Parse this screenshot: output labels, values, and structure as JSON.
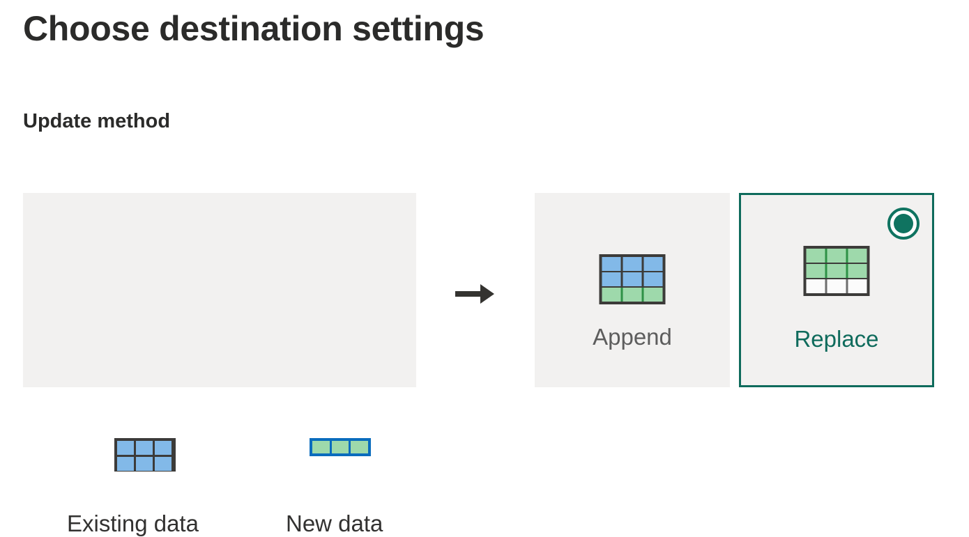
{
  "page": {
    "title": "Choose destination settings",
    "section_title": "Update method"
  },
  "colors": {
    "panel_background": "#f2f1f0",
    "page_background": "#ffffff",
    "heading_text": "#2b2b2a",
    "body_text": "#323130",
    "selected_accent": "#0f6b5c",
    "unselected_label": "#5d5d5d",
    "existing_cell_blue": "#82b9e8",
    "existing_grid_line_blue": "#0a6cbd",
    "new_cell_green": "#9ed9ab",
    "new_grid_line_green": "#2e9146",
    "icon_border_dark": "#3c3b39",
    "arrow": "#343330"
  },
  "source": {
    "items": [
      {
        "label": "Existing data",
        "icon": "table-grid-blue-icon"
      },
      {
        "label": "New data",
        "icon": "table-row-green-icon"
      }
    ]
  },
  "separator": {
    "icon": "arrow-right-icon"
  },
  "options": [
    {
      "id": "append",
      "label": "Append",
      "icon": "table-append-icon",
      "selected": false
    },
    {
      "id": "replace",
      "label": "Replace",
      "icon": "table-replace-icon",
      "selected": true,
      "radio": "radio-selected-icon"
    }
  ]
}
